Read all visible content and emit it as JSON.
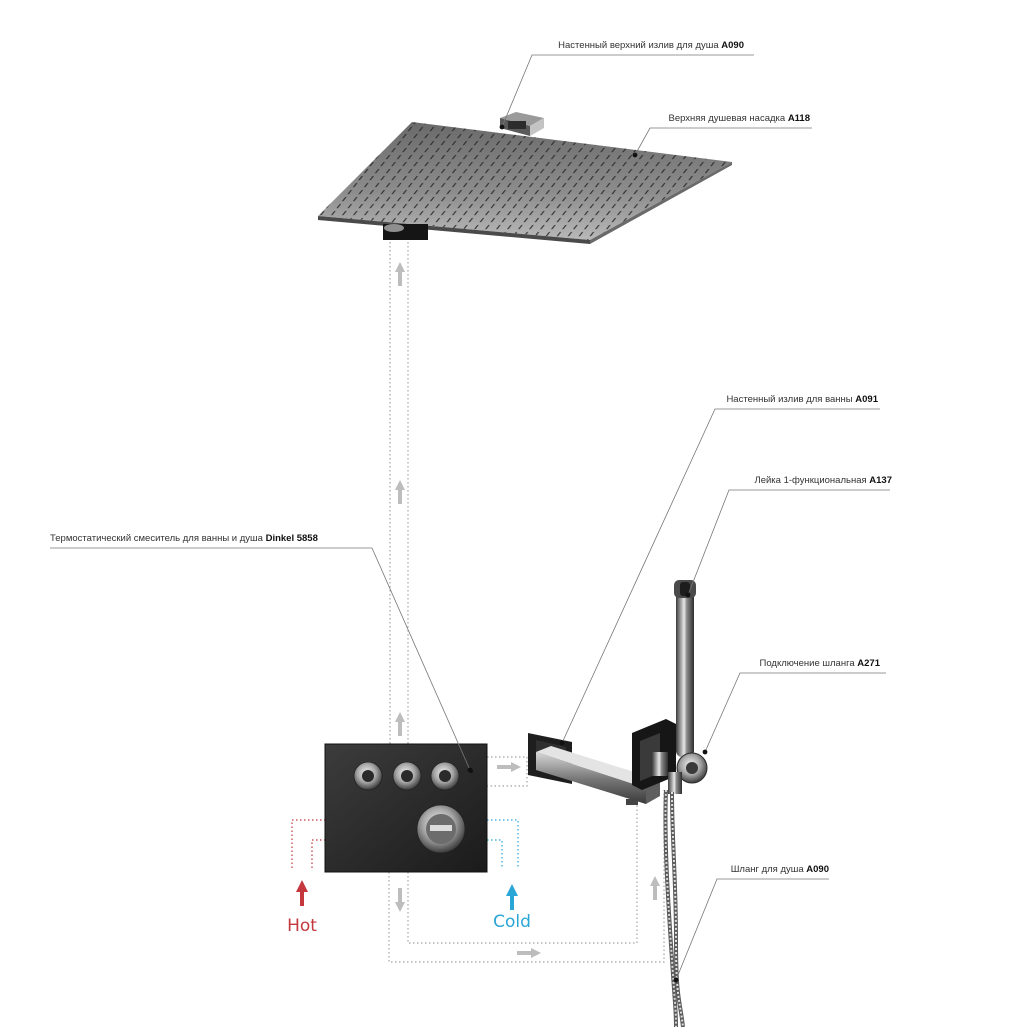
{
  "callouts": [
    {
      "id": "top-spout",
      "text": "Настенный верхний излив для душа",
      "code": "A090"
    },
    {
      "id": "rain-head",
      "text": "Верхняя душевая насадка",
      "code": "A118"
    },
    {
      "id": "bath-spout",
      "text": "Настенный излив для ванны",
      "code": "A091"
    },
    {
      "id": "hand-shower",
      "text": "Лейка 1-функциональная",
      "code": "A137"
    },
    {
      "id": "thermostat",
      "text": "Термостатический смеситель для ванны и душа",
      "code": "Dinkel 5858"
    },
    {
      "id": "hose-connection",
      "text": "Подключение шланга",
      "code": "A271"
    },
    {
      "id": "hose",
      "text": "Шланг для душа",
      "code": "A090"
    }
  ],
  "inputs": {
    "hot": "Hot",
    "cold": "Cold"
  },
  "colors": {
    "hot": "#c4373c",
    "cold": "#2aa6d6",
    "pipe": "#9a9a9a",
    "chrome": "#8c8c8c",
    "leader": "#777777"
  }
}
